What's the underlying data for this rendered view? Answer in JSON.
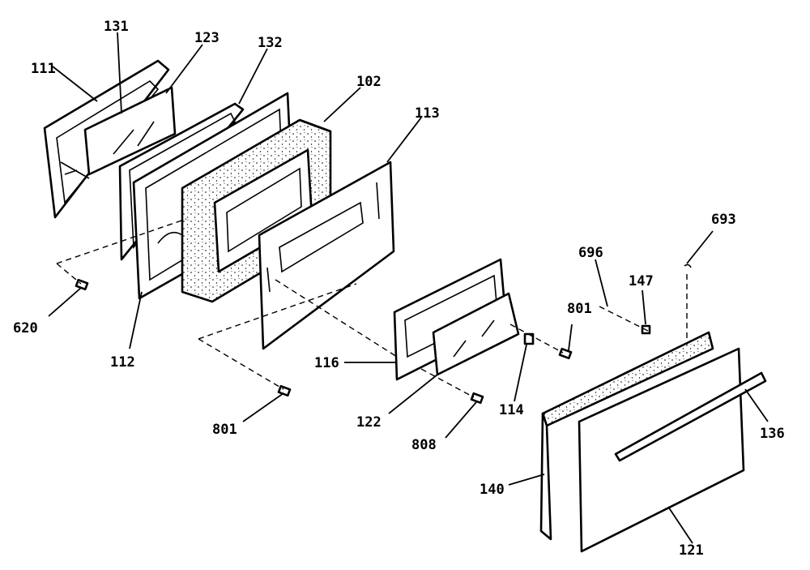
{
  "parts": {
    "p111": "111",
    "p131": "131",
    "p123": "123",
    "p132": "132",
    "p102": "102",
    "p113": "113",
    "p620": "620",
    "p112": "112",
    "p801a": "801",
    "p116": "116",
    "p122": "122",
    "p808": "808",
    "p114": "114",
    "p801b": "801",
    "p696": "696",
    "p147": "147",
    "p693": "693",
    "p136": "136",
    "p140": "140",
    "p121": "121"
  }
}
